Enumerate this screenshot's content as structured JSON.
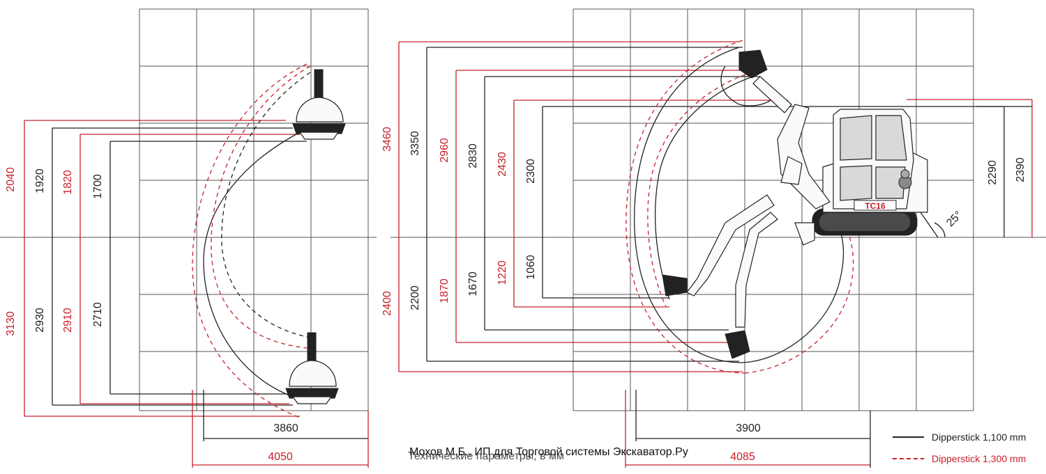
{
  "left_view": {
    "heights_above": {
      "red_outer": "2040",
      "black_outer": "1920",
      "red_inner": "1820",
      "black_inner": "1700"
    },
    "depths_below": {
      "red_outer": "3130",
      "black_outer": "2930",
      "red_inner": "2910",
      "black_inner": "2710"
    },
    "reach": {
      "black": "3860",
      "red": "4050"
    }
  },
  "right_view": {
    "heights_above": {
      "red_1": "3460",
      "black_1": "3350",
      "red_2": "2960",
      "black_2": "2830",
      "red_3": "2430",
      "black_3": "2300"
    },
    "depths_below": {
      "red_1": "2400",
      "black_1": "2200",
      "red_2": "1870",
      "black_2": "1670",
      "red_3": "1220",
      "black_3": "1060"
    },
    "right_heights": {
      "inner": "2290",
      "outer": "2390"
    },
    "angle": "25°",
    "reach": {
      "black": "3900",
      "red": "4085"
    },
    "machine_badge": "TC16"
  },
  "legend": {
    "black_label": "Dipperstick 1,100 mm",
    "red_label": "Dipperstick 1,300 mm",
    "colors": {
      "black": "#222222",
      "red": "#c8202a"
    }
  },
  "footer": {
    "credit": "Мохов М.Б., ИП для Торговой системы Экскаватор.Ру",
    "caption": "Технические параметры, в мм"
  }
}
